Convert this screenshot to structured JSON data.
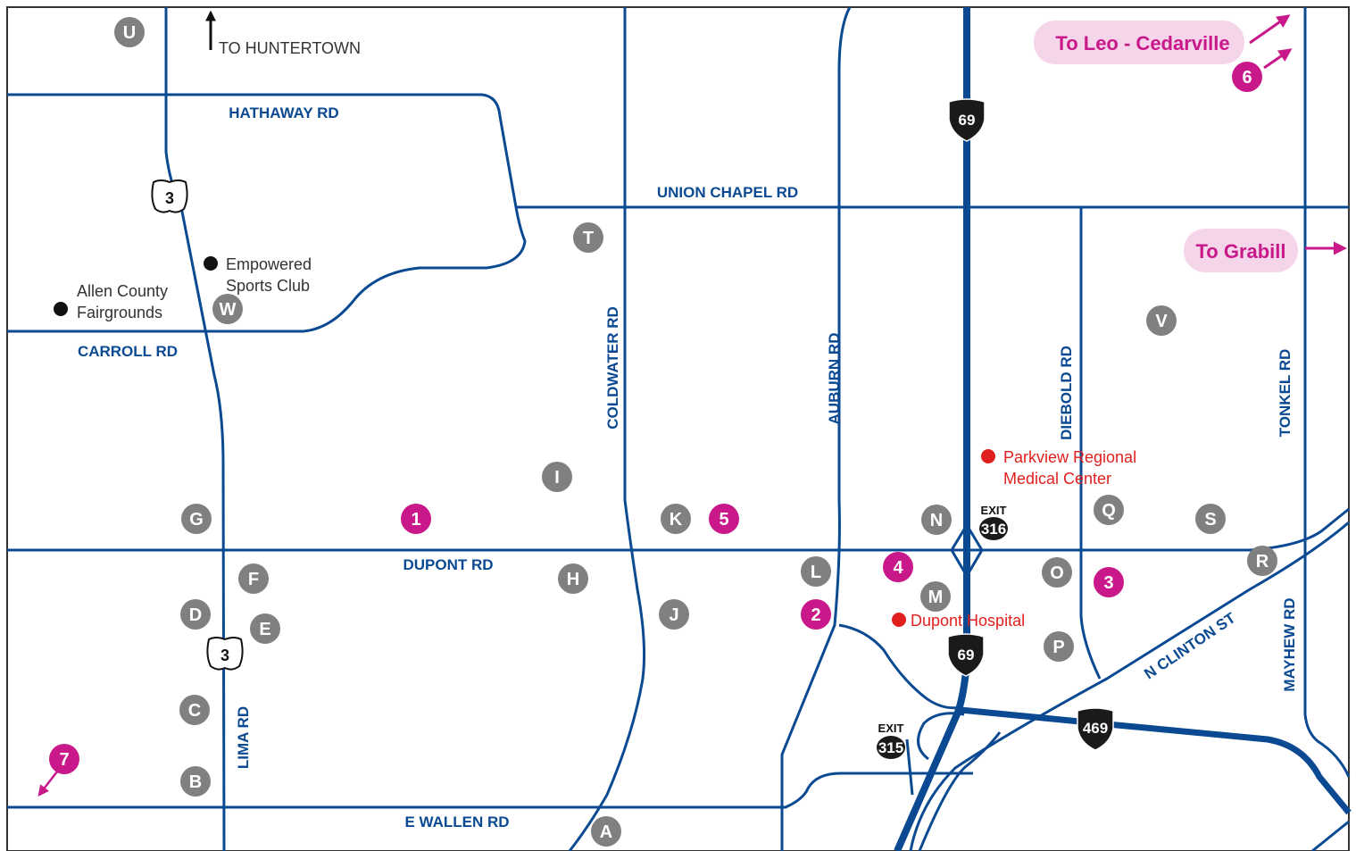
{
  "colors": {
    "road": "#0b4a92",
    "marker_gray": "#808080",
    "marker_magenta": "#c8188a",
    "destination_bg": "#f5d5ea",
    "hospital_red": "#e0201f",
    "interstate": "#1a1a1a"
  },
  "roads": {
    "hathaway": "HATHAWAY RD",
    "union_chapel": "UNION CHAPEL RD",
    "carroll": "CARROLL RD",
    "dupont": "DUPONT RD",
    "e_wallen": "E WALLEN RD",
    "coldwater": "COLDWATER RD",
    "auburn": "AUBURN RD",
    "diebold": "DIEBOLD RD",
    "tonkel": "TONKEL RD",
    "lima": "LIMA RD",
    "mayhew": "MAYHEW RD",
    "n_clinton": "N CLINTON ST"
  },
  "directions": {
    "huntertown": "TO HUNTERTOWN",
    "leo_cedarville": "To Leo - Cedarville",
    "grabill": "To Grabill"
  },
  "shields": {
    "us3": "3",
    "i69": "69",
    "i469": "469",
    "exit_word": "EXIT",
    "exit316": "316",
    "exit315": "315"
  },
  "pois": {
    "fairgrounds": [
      "Allen County",
      "Fairgrounds"
    ],
    "empowered": [
      "Empowered",
      "Sports Club"
    ],
    "parkview": [
      "Parkview Regional",
      "Medical Center"
    ],
    "dupont_hospital": "Dupont Hospital"
  },
  "markers": {
    "gray": {
      "A": "A",
      "B": "B",
      "C": "C",
      "D": "D",
      "E": "E",
      "F": "F",
      "G": "G",
      "H": "H",
      "I": "I",
      "J": "J",
      "K": "K",
      "L": "L",
      "M": "M",
      "N": "N",
      "O": "O",
      "P": "P",
      "Q": "Q",
      "R": "R",
      "S": "S",
      "T": "T",
      "U": "U",
      "V": "V",
      "W": "W"
    },
    "magenta": {
      "m1": "1",
      "m2": "2",
      "m3": "3",
      "m4": "4",
      "m5": "5",
      "m6": "6",
      "m7": "7"
    }
  }
}
